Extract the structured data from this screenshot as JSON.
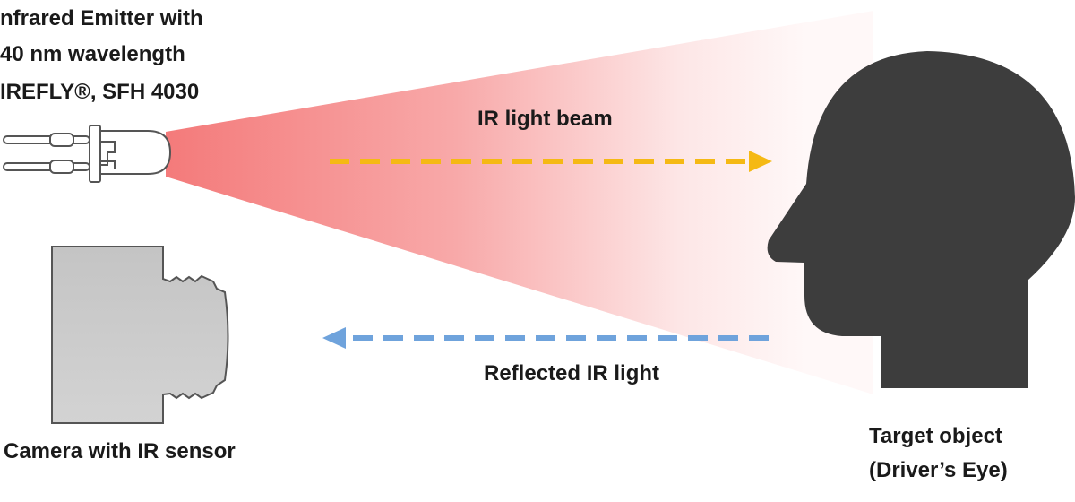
{
  "emitter": {
    "lines": [
      "nfrared Emitter with",
      "40 nm wavelength",
      "IREFLY®, SFH 4030"
    ]
  },
  "beam_label": "IR light beam",
  "reflected_label": "Reflected IR light",
  "camera_label": "Camera with IR sensor",
  "target": {
    "line1": "Target object",
    "line2": "(Driver’s Eye)"
  },
  "colors": {
    "beam": "#f47b7b",
    "beam_arrow": "#f5b914",
    "reflected_arrow": "#6fa3dc",
    "head": "#3d3d3d",
    "camera": "#c8c8c8"
  }
}
